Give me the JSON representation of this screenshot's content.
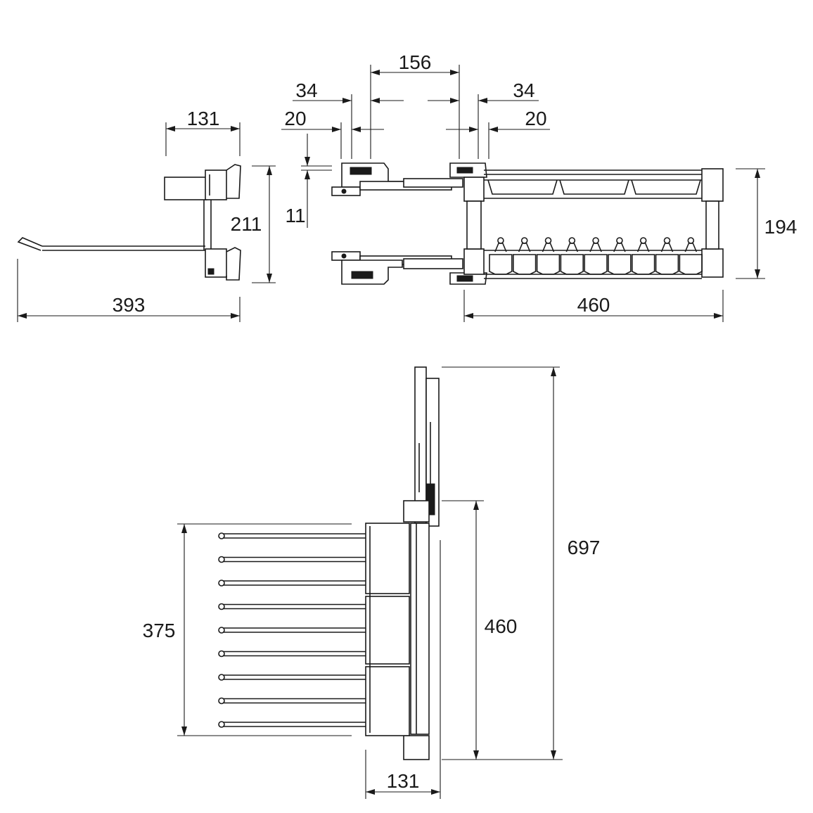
{
  "drawing": {
    "side_view": {
      "dims": {
        "top_width": "131",
        "height": "211",
        "overall_length": "393"
      }
    },
    "front_view": {
      "dims": {
        "center": "156",
        "left_outer": "34",
        "left_inner": "20",
        "right_outer": "34",
        "right_inner": "20",
        "rail": "11",
        "height": "194",
        "width": "460"
      }
    },
    "top_view": {
      "dims": {
        "rod_span": "375",
        "depth": "460",
        "total_length": "697",
        "bottom_width": "131"
      },
      "rod_count": 9
    }
  }
}
